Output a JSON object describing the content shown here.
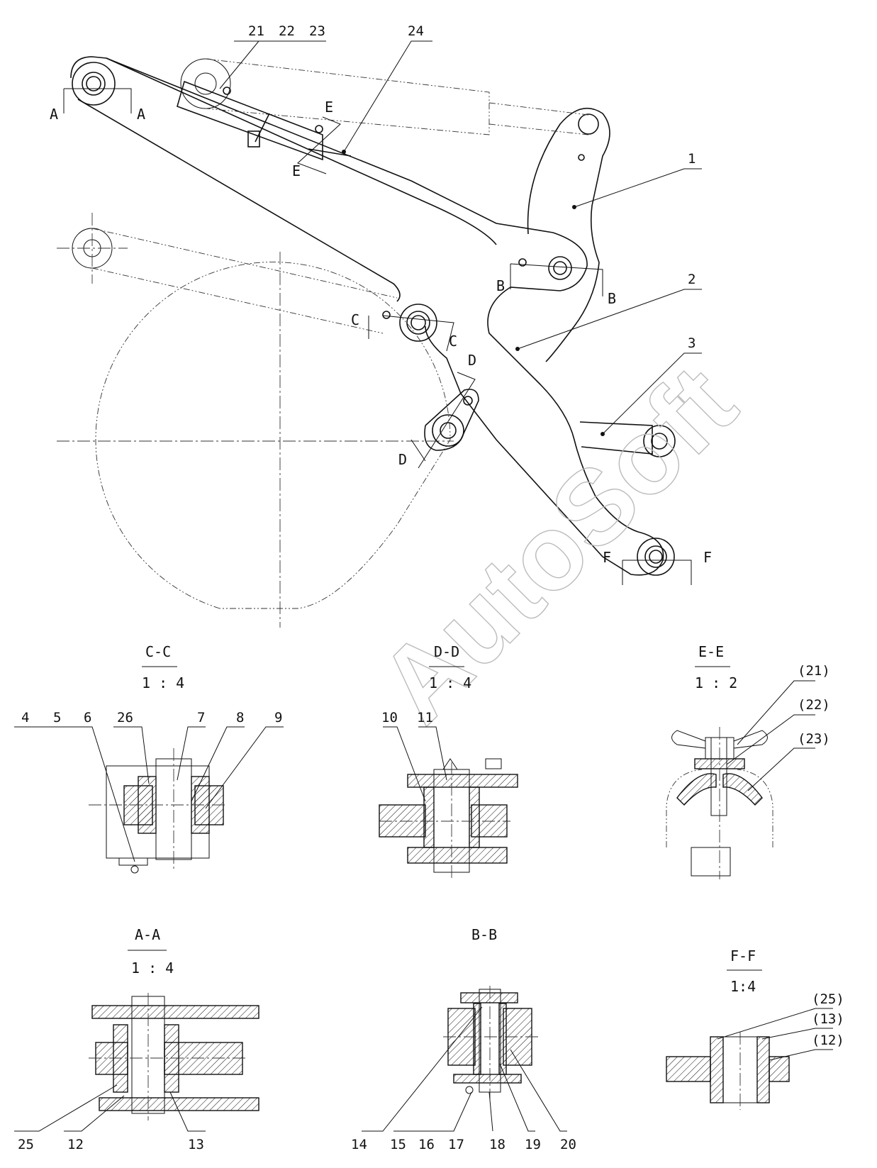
{
  "watermark": "AutoSoft",
  "main_view": {
    "callouts": [
      "21",
      "22",
      "23",
      "24",
      "1",
      "2",
      "3"
    ],
    "section_marks": {
      "a": "A",
      "b": "B",
      "c": "C",
      "d": "D",
      "e": "E",
      "f": "F"
    }
  },
  "sections": {
    "cc": {
      "title": "C-C",
      "scale": "1 : 4",
      "callouts": [
        "4",
        "5",
        "6",
        "26",
        "7",
        "8",
        "9"
      ]
    },
    "dd": {
      "title": "D-D",
      "scale": "1 : 4",
      "callouts": [
        "10",
        "11"
      ]
    },
    "ee": {
      "title": "E-E",
      "scale": "1 : 2",
      "callouts": [
        "(21)",
        "(22)",
        "(23)"
      ]
    },
    "aa": {
      "title": "A-A",
      "scale": "1 : 4",
      "callouts": [
        "25",
        "12",
        "13"
      ]
    },
    "bb": {
      "title": "B-B",
      "callouts": [
        "14",
        "15",
        "16",
        "17",
        "18",
        "19",
        "20"
      ]
    },
    "ff": {
      "title": "F-F",
      "scale": "1:4",
      "callouts": [
        "(25)",
        "(13)",
        "(12)"
      ]
    }
  }
}
